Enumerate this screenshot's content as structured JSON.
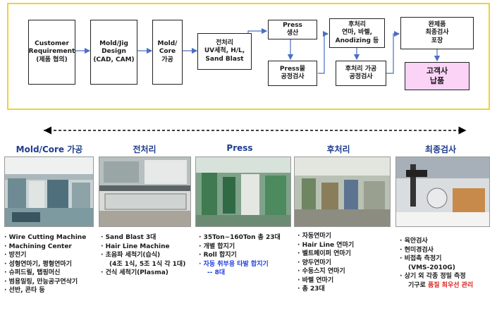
{
  "flow": {
    "boxes": [
      {
        "id": "customer",
        "lines": [
          "Customer",
          "Requirement",
          "(제품 협의)"
        ]
      },
      {
        "id": "mold-design",
        "lines": [
          "Mold/Jig",
          "Design",
          "(CAD, CAM)"
        ]
      },
      {
        "id": "mold-core",
        "lines": [
          "Mold/",
          "Core",
          "가공"
        ]
      },
      {
        "id": "pretreat",
        "lines": [
          "전처리",
          "UV세척, H/L,",
          "Sand Blast"
        ]
      },
      {
        "id": "press",
        "lines": [
          "Press",
          "생산"
        ]
      },
      {
        "id": "press-inspect",
        "lines": [
          "Press물",
          "공정검사"
        ]
      },
      {
        "id": "post",
        "lines": [
          "후처리",
          "연마, 바렐,",
          "Anodizing 등"
        ]
      },
      {
        "id": "post-inspect",
        "lines": [
          "후처리 가공",
          "공정검사"
        ]
      },
      {
        "id": "final",
        "lines": [
          "완제품",
          "최종검사",
          "포장"
        ]
      },
      {
        "id": "delivery",
        "lines": [
          "고객사",
          "납품"
        ]
      }
    ]
  },
  "stages": [
    {
      "title": "Mold/Core 가공",
      "items": [
        {
          "text": "Wire Cutting Machine"
        },
        {
          "text": "Machining Center"
        },
        {
          "text": "방전기"
        },
        {
          "text": "성형연마기, 평형연마기"
        },
        {
          "text": "슈퍼드릴, 탭핑머신"
        },
        {
          "text": "범용밀링, 만능공구연삭기"
        },
        {
          "text": "선반, 콘타 등"
        }
      ]
    },
    {
      "title": "전처리",
      "items": [
        {
          "text": "Sand Blast 3대"
        },
        {
          "text": "Hair Line Machine"
        },
        {
          "text": "초음파 세척기(습식)"
        },
        {
          "text": "(4조 1식, 5조 1식 각 1대)",
          "cont": true
        },
        {
          "text": "건식 세척기(Plasma)"
        }
      ]
    },
    {
      "title": "Press",
      "items": [
        {
          "text": "35Ton~160Ton 총 23대"
        },
        {
          "text": "개별 합지기"
        },
        {
          "text": "Roll 합지기"
        },
        {
          "text": "자동 취부용 타발 합지기",
          "blue": true
        },
        {
          "text": "-- 8대",
          "blue": true,
          "cont": true
        }
      ]
    },
    {
      "title": "후처리",
      "items": [
        {
          "text": "자동연마기"
        },
        {
          "text": "Hair Line 연마기"
        },
        {
          "text": "벨트페이퍼 연마기"
        },
        {
          "text": "양두연마기"
        },
        {
          "text": "수동스지 연마기"
        },
        {
          "text": "바렐 연마기"
        },
        {
          "text": "총 23대"
        }
      ]
    },
    {
      "title": "최종검사",
      "items": [
        {
          "text": "육안검사"
        },
        {
          "text": "현미경검사"
        },
        {
          "text": "비접촉 측정기"
        },
        {
          "text": "(VMS-2010G)",
          "cont": true
        },
        {
          "text": "상기 외 각종 정밀 측정"
        },
        {
          "text": "기구로 ",
          "red": "품질 최우선 관리",
          "cont": true
        }
      ]
    }
  ],
  "colors": {
    "frame": "#f2d233",
    "stage_title": "#1f3d8c",
    "highlight_box": "#fbd3f7",
    "blue_text": "#1f3fe0",
    "red_text": "#e0201c"
  }
}
